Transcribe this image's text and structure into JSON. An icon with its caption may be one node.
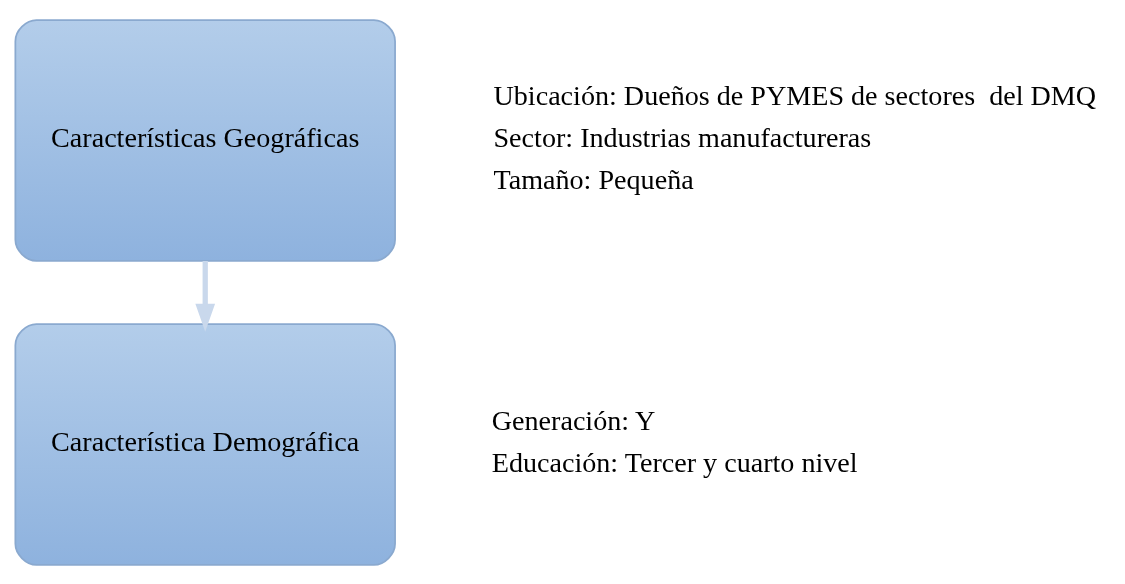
{
  "diagram": {
    "nodes": [
      {
        "text": [
          "Características Geográficas"
        ],
        "beside": [
          "Ubicación: Dueños de PYMES de sectores  del DMQ",
          "Sector: Industrias manufactureras",
          "Tamaño: Pequeña"
        ]
      },
      {
        "text": [
          "Característica Demográfica"
        ],
        "beside": [
          "Generación: Y",
          "Educación: Tercer y cuarto nivel"
        ]
      }
    ],
    "edges": [
      {
        "from": 0,
        "to": 1,
        "arrow": "to",
        "color": "#c9d8ec"
      }
    ]
  }
}
